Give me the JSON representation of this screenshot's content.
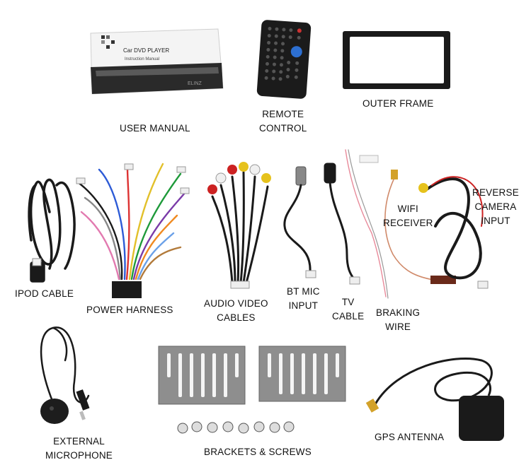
{
  "items": {
    "user_manual": {
      "label": [
        "USER MANUAL"
      ],
      "manual_title": "Car DVD PLAYER",
      "manual_subtitle": "Instruction Manual",
      "brand": "ELINZ"
    },
    "remote": {
      "label": [
        "REMOTE",
        "CONTROL"
      ]
    },
    "outer_frame": {
      "label": [
        "OUTER FRAME"
      ]
    },
    "ipod_cable": {
      "label": [
        "IPOD CABLE"
      ]
    },
    "power_harness": {
      "label": [
        "POWER HARNESS"
      ]
    },
    "av_cables": {
      "label": [
        "AUDIO VIDEO",
        "CABLES"
      ]
    },
    "bt_mic": {
      "label": [
        "BT MIC",
        "INPUT"
      ]
    },
    "tv_cable": {
      "label": [
        "TV",
        "CABLE"
      ]
    },
    "wifi": {
      "label": [
        "WIFI",
        "RECEIVER"
      ]
    },
    "braking": {
      "label": [
        "BRAKING",
        "WIRE"
      ]
    },
    "reverse_camera": {
      "label": [
        "REVERSE",
        "CAMERA",
        "INPUT"
      ]
    },
    "ext_mic": {
      "label": [
        "EXTERNAL",
        "MICROPHONE"
      ]
    },
    "brackets": {
      "label": [
        "BRACKETS & SCREWS"
      ]
    },
    "gps": {
      "label": [
        "GPS ANTENNA"
      ]
    }
  }
}
